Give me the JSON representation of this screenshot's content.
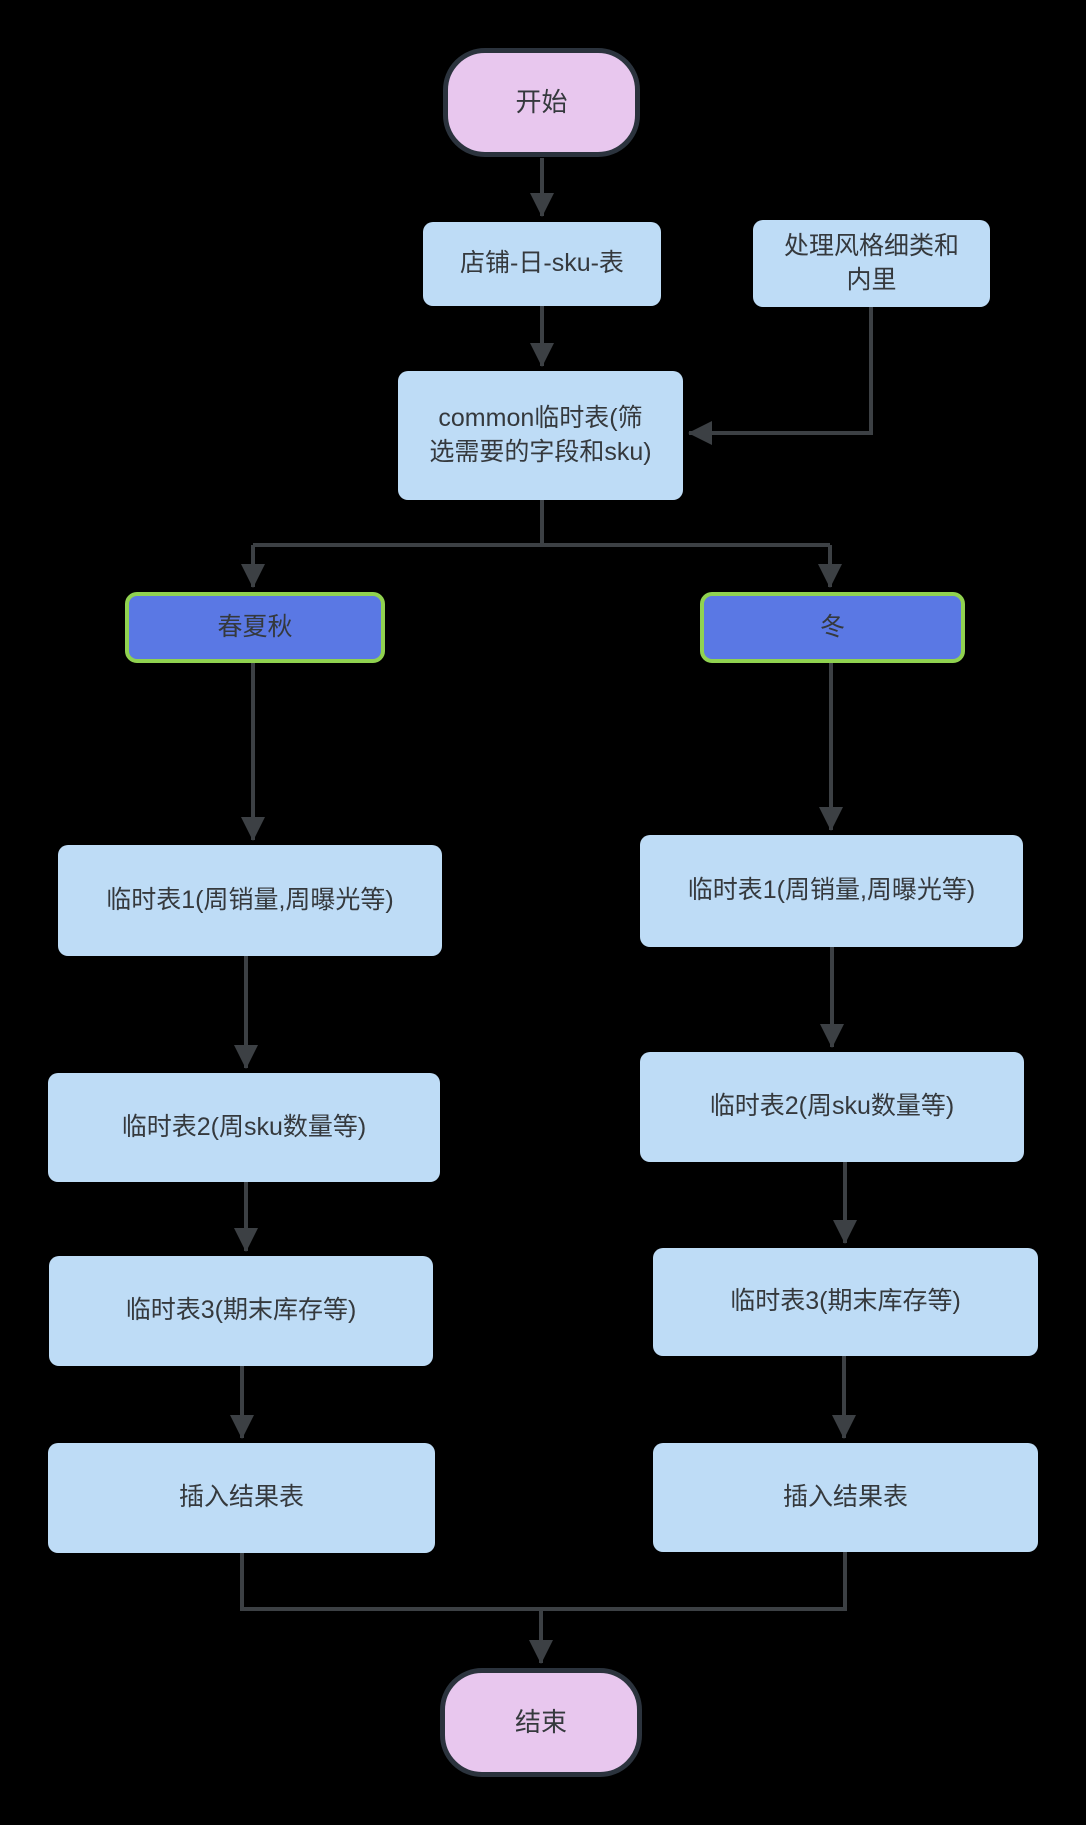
{
  "nodes": {
    "start": {
      "label": "开始"
    },
    "shop_day_sku": {
      "label": "店铺-日-sku-表"
    },
    "style_category": {
      "label": "处理风格细类和\n内里"
    },
    "common_temp": {
      "label": "common临时表(筛\n选需要的字段和sku)"
    },
    "spring_summer_autumn": {
      "label": "春夏秋"
    },
    "winter": {
      "label": "冬"
    },
    "left": {
      "temp1": {
        "label": "临时表1(周销量,周曝光等)"
      },
      "temp2": {
        "label": "临时表2(周sku数量等)"
      },
      "temp3": {
        "label": "临时表3(期末库存等)"
      },
      "insert_result": {
        "label": "插入结果表"
      }
    },
    "right": {
      "temp1": {
        "label": "临时表1(周销量,周曝光等)"
      },
      "temp2": {
        "label": "临时表2(周sku数量等)"
      },
      "temp3": {
        "label": "临时表3(期末库存等)"
      },
      "insert_result": {
        "label": "插入结果表"
      }
    },
    "end": {
      "label": "结束"
    }
  },
  "colors": {
    "background": "#000000",
    "terminal_fill": "#e8c7ee",
    "terminal_border": "#2b333d",
    "process_fill": "#bedcf6",
    "season_fill": "#5a78e4",
    "season_border": "#90d250",
    "connector": "#3c4044",
    "text": "#35393d"
  }
}
